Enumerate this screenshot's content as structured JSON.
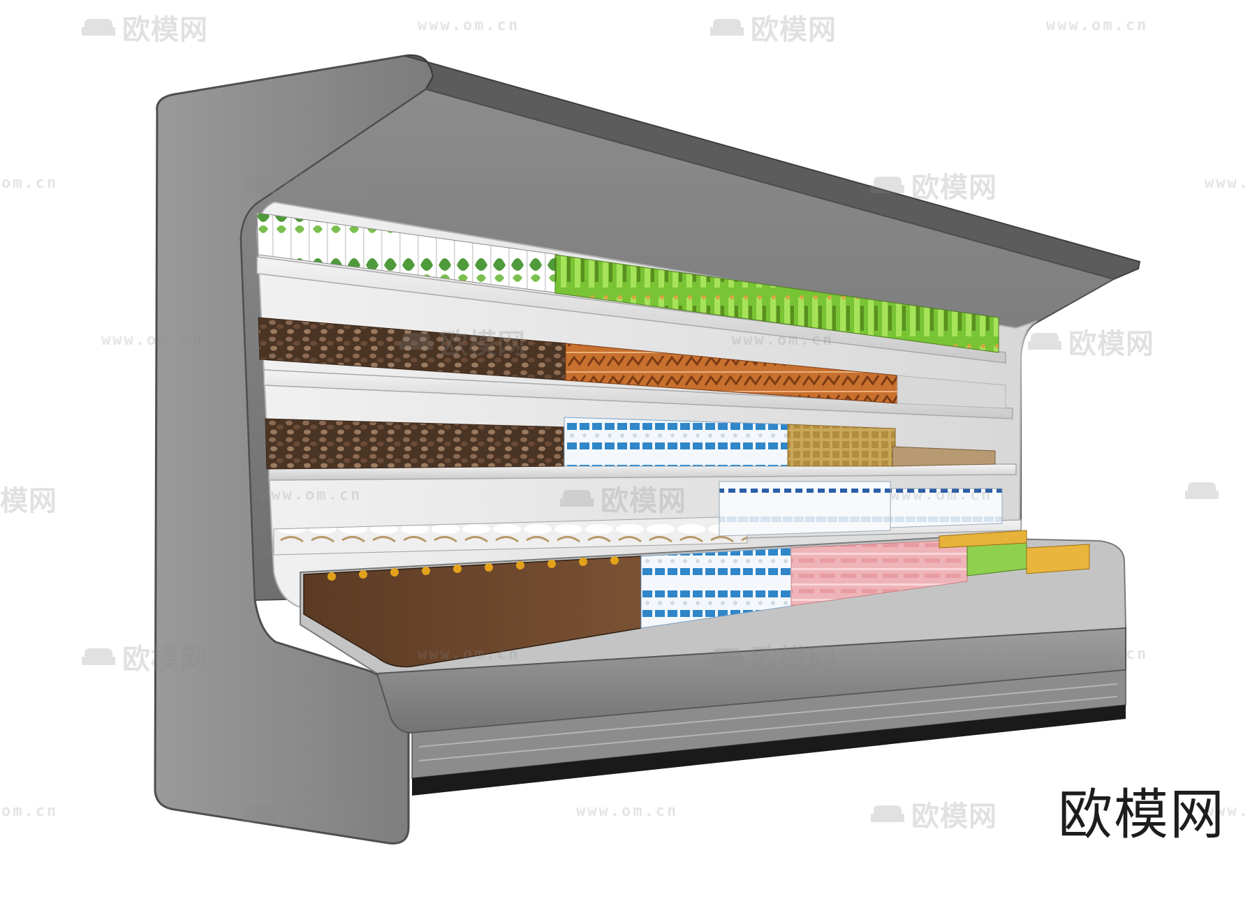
{
  "image": {
    "subject": "supermarket open refrigerated display case",
    "case_color": "#7a7a7a",
    "interior_color": "#e6e6e6",
    "shelf_count": 5
  },
  "watermark": {
    "brand": "欧模网",
    "url": "www.om.cn",
    "url_partial": "om.cn",
    "logo_brand_partial": "模网",
    "url_right_partial": "www.",
    "icon": "sofa-icon"
  },
  "corner_brand": {
    "text": "欧模网"
  }
}
